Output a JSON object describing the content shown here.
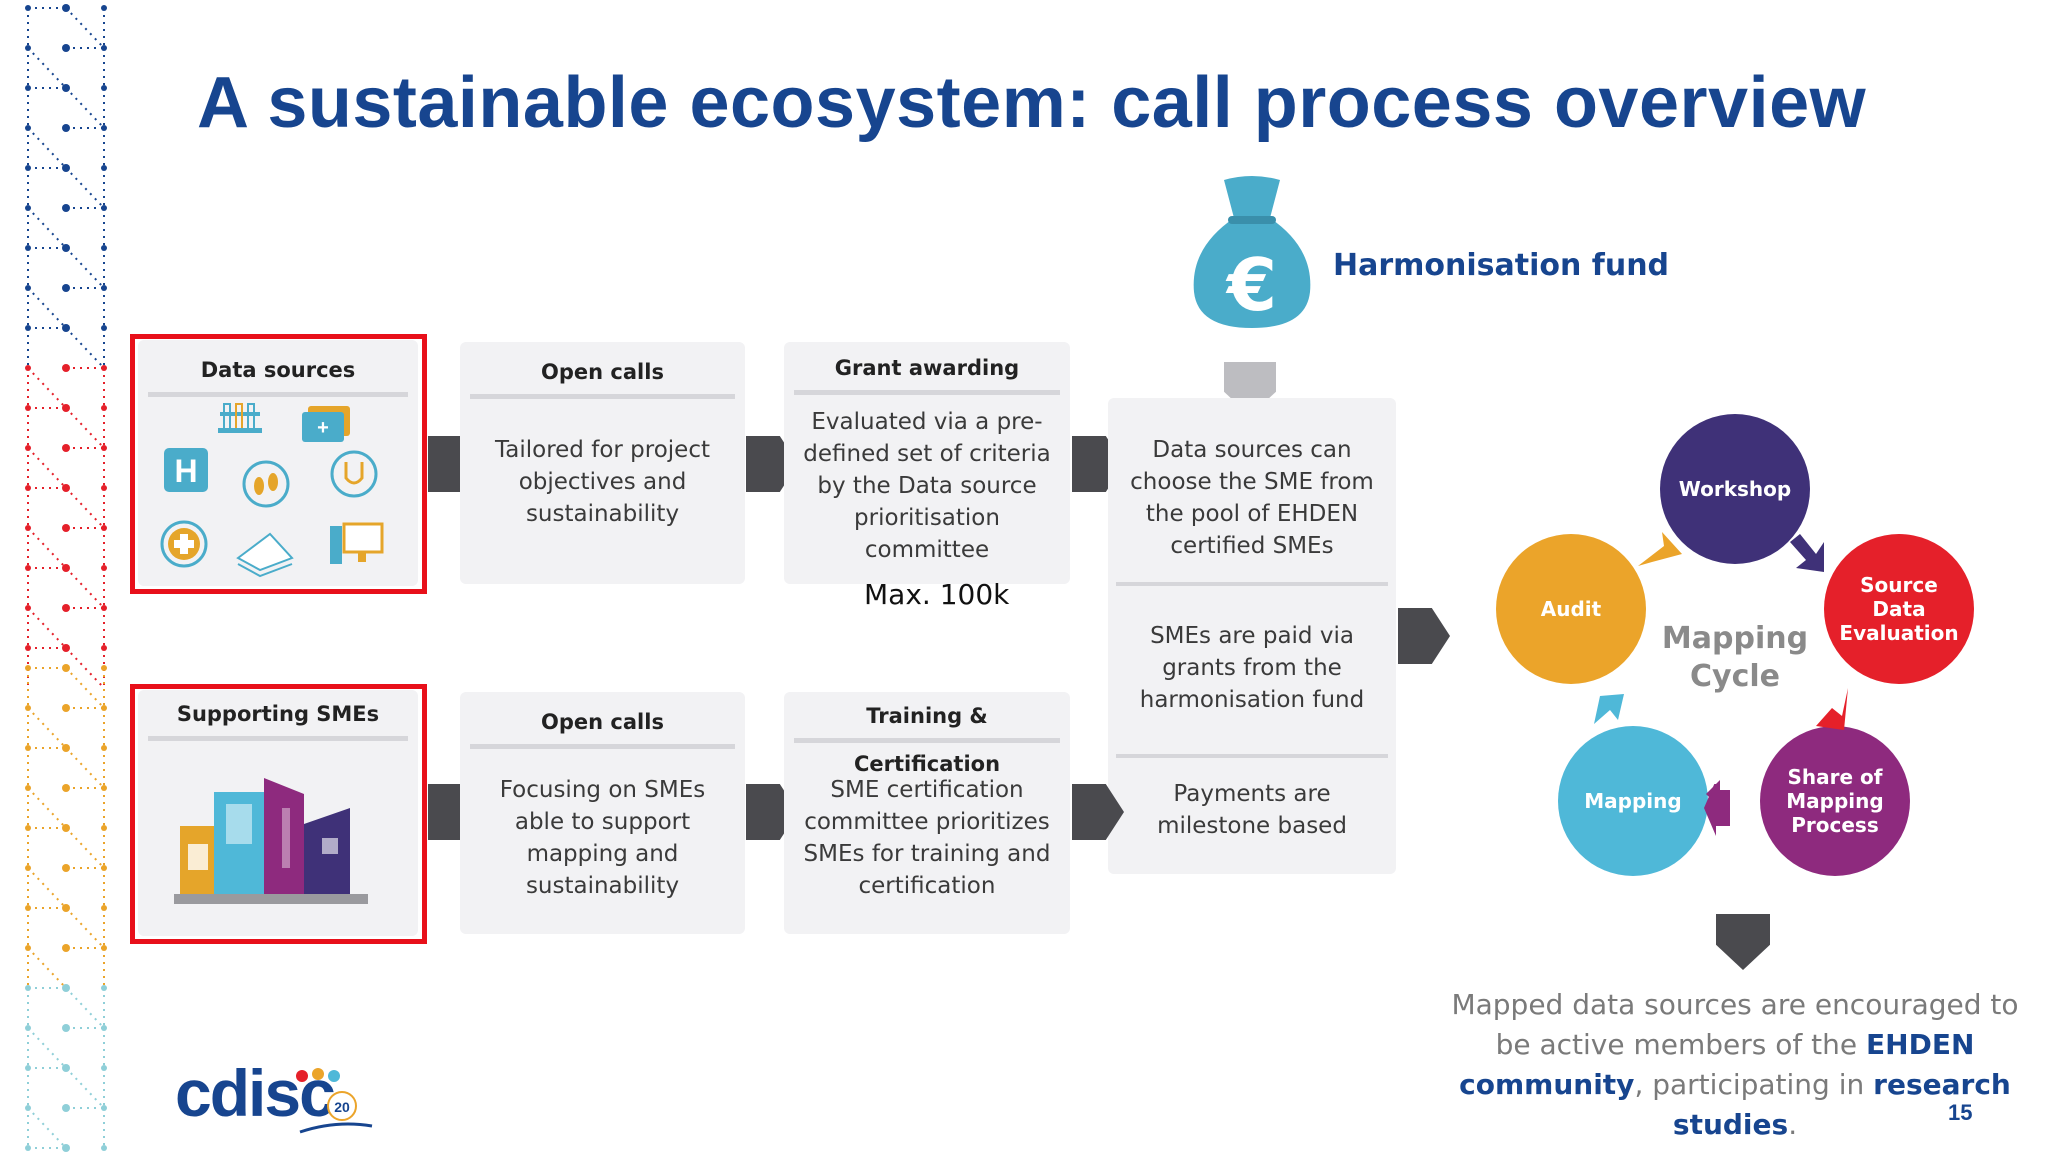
{
  "title": "A sustainable ecosystem: call process overview",
  "fund": {
    "label": "Harmonisation fund",
    "symbol": "€"
  },
  "row1": {
    "data_sources": {
      "header": "Data sources"
    },
    "open_calls": {
      "header": "Open calls",
      "body": "Tailored for project objectives and sustainability"
    },
    "grant": {
      "header": "Grant awarding",
      "body": "Evaluated via a pre-defined set of criteria by the Data source prioritisation committee",
      "max": "Max. 100k"
    }
  },
  "row2": {
    "smes": {
      "header": "Supporting SMEs"
    },
    "open_calls": {
      "header": "Open calls",
      "body": "Focusing on SMEs able to support mapping and sustainability"
    },
    "training": {
      "header": "Training & Certification",
      "body": "SME certification committee prioritizes SMEs for training and certification"
    }
  },
  "combined": {
    "item1": "Data sources can choose the SME from the pool of EHDEN certified SMEs",
    "item2": "SMEs are paid via grants from the harmonisation fund",
    "item3": "Payments are milestone based"
  },
  "cycle": {
    "center": "Mapping Cycle",
    "workshop": "Workshop",
    "source_eval": "Source Data Evaluation",
    "share": "Share of Mapping Process",
    "mapping": "Mapping",
    "audit": "Audit"
  },
  "footer": {
    "part1": "Mapped data sources are encouraged to be active members of the ",
    "bold1": "EHDEN community",
    "part2": ", participating in ",
    "bold2": "research studies",
    "part3": "."
  },
  "page_number": "15",
  "logo": {
    "text": "cdisc",
    "badge": "20"
  },
  "colors": {
    "title": "#17458f",
    "red_frame": "#e8101a",
    "workshop": "#3f3178",
    "source_eval": "#e5202a",
    "share": "#8e2a7e",
    "mapping": "#4fb8d8",
    "audit": "#eba42a",
    "fund_bag": "#4aacca"
  }
}
